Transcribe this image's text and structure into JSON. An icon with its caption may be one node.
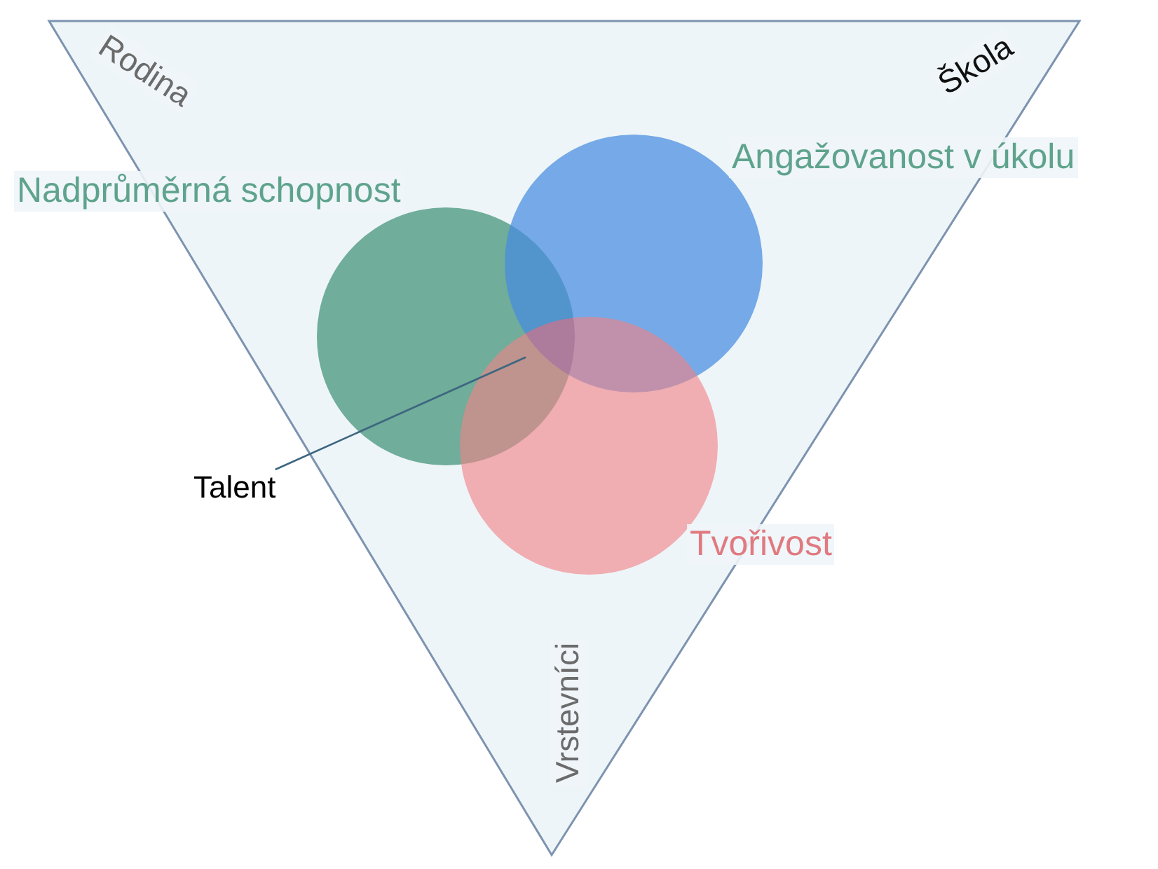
{
  "diagram": {
    "nodes": [
      {
        "text": [
          "Rodina",
          "Škola",
          "Vrstevníci"
        ]
      },
      {
        "text": [
          "Nadprůměrná schopnost"
        ],
        "in": 0
      },
      {
        "text": [
          "Angažovanost v úkolu"
        ],
        "in": 0
      },
      {
        "text": [
          "Tvořivost"
        ],
        "in": 0
      },
      {
        "text": [
          "Talent"
        ]
      },
      {
        "text": [],
        "shape": "region"
      }
    ],
    "edges": [
      {
        "from": 4,
        "to": 5,
        "arrow": "none"
      }
    ]
  }
}
